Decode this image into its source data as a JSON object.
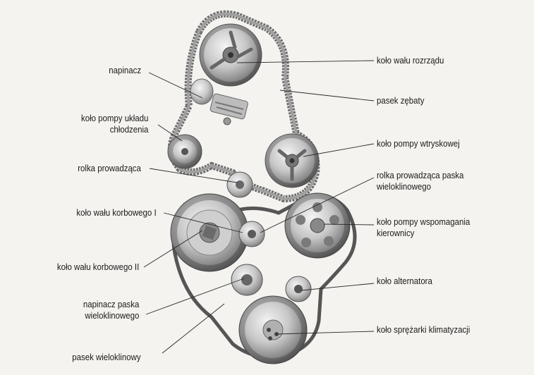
{
  "labels": {
    "napinacz": "napinacz",
    "kolo_pompy_ukladu": "koło pompy układu\nchłodzenia",
    "rolka_prowadzaca": "rolka prowadząca",
    "kolo_walu_korbowego_1": "koło wału korbowego I",
    "kolo_walu_korbowego_2": "koło wału korbowego II",
    "napinacz_paska": "napinacz paska\nwieloklinowego",
    "pasek_wieloklinowy": "pasek wieloklinowy",
    "kolo_walu_rozrzadu": "koło wału rozrządu",
    "pasek_zebaty": "pasek zębaty",
    "kolo_pompy_wtryskowej": "koło pompy wtryskowej",
    "rolka_prowadzaca_paska": "rolka prowadząca paska\nwieloklinowego",
    "kolo_pompy_wspomagania": "koło pompy wspomagania\nkierownicy",
    "kolo_alternatora": "koło alternatora",
    "kolo_sprezarki": "koło sprężarki klimatyzacji"
  },
  "colors": {
    "background": "#f5f3ef",
    "metal_light": "#d8d8d8",
    "metal_mid": "#a9a9a9",
    "metal_dark": "#5e5e5e",
    "belt": "#6b6b6b",
    "text": "#1a1a1a"
  }
}
